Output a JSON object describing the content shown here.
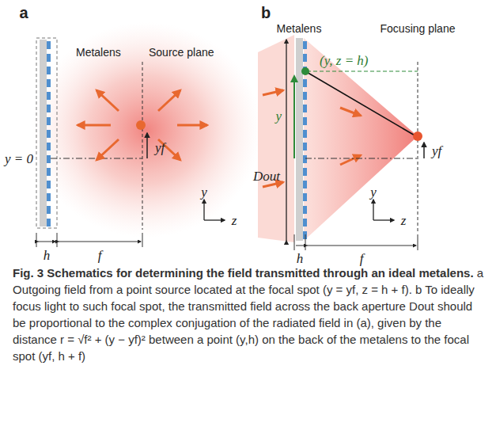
{
  "diagram": {
    "title": "Fig. 3 Schematics for determining the field transmitted through an ideal metalens.",
    "caption": "a Outgoing field from a point source located at the focal spot (y = yf, z = h + f). b To ideally focus light to such focal spot, the transmitted field across the back aperture Dout should be proportional to the complex conjugation of the radiated field in (a), given by the distance r = √f² + (y − yf)² between a point (y,h) on the back of the metalens to the focal spot (yf, h + f)",
    "labels": [
      "a",
      "Metalens",
      "Source plane",
      "y = 0",
      "yf",
      "h",
      "f",
      "y",
      "z",
      "b",
      "Metalens",
      "Focusing plane",
      "(y, z = h)",
      "y",
      "Dout",
      "yf",
      "h",
      "f",
      "y",
      "z"
    ]
  }
}
